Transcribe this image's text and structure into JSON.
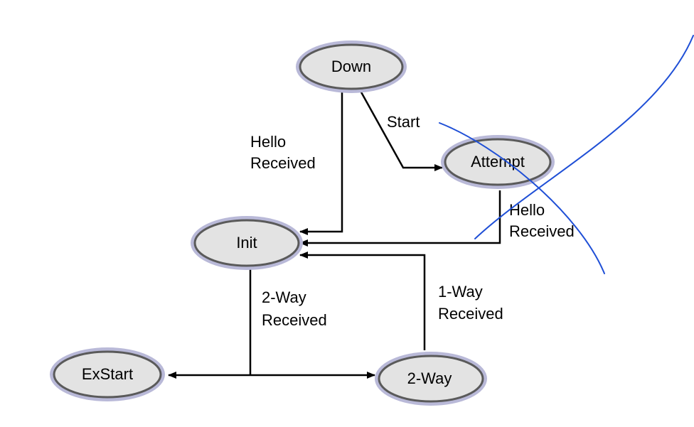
{
  "nodes": {
    "down": "Down",
    "attempt": "Attempt",
    "init": "Init",
    "exstart": "ExStart",
    "twoway": "2-Way"
  },
  "edges": {
    "start": "Start",
    "hello_received_down": [
      "Hello",
      "Received"
    ],
    "hello_received_attempt": [
      "Hello",
      "Received"
    ],
    "twoway_received": [
      "2-Way",
      "Received"
    ],
    "oneway_received": [
      "1-Way",
      "Received"
    ]
  },
  "colors": {
    "node_fill": "#e3e3e3",
    "node_glow": "#b9b9d8",
    "node_border": "#5a5a5a",
    "edge": "#000000",
    "annotation_stroke": "#1f4fd6"
  }
}
